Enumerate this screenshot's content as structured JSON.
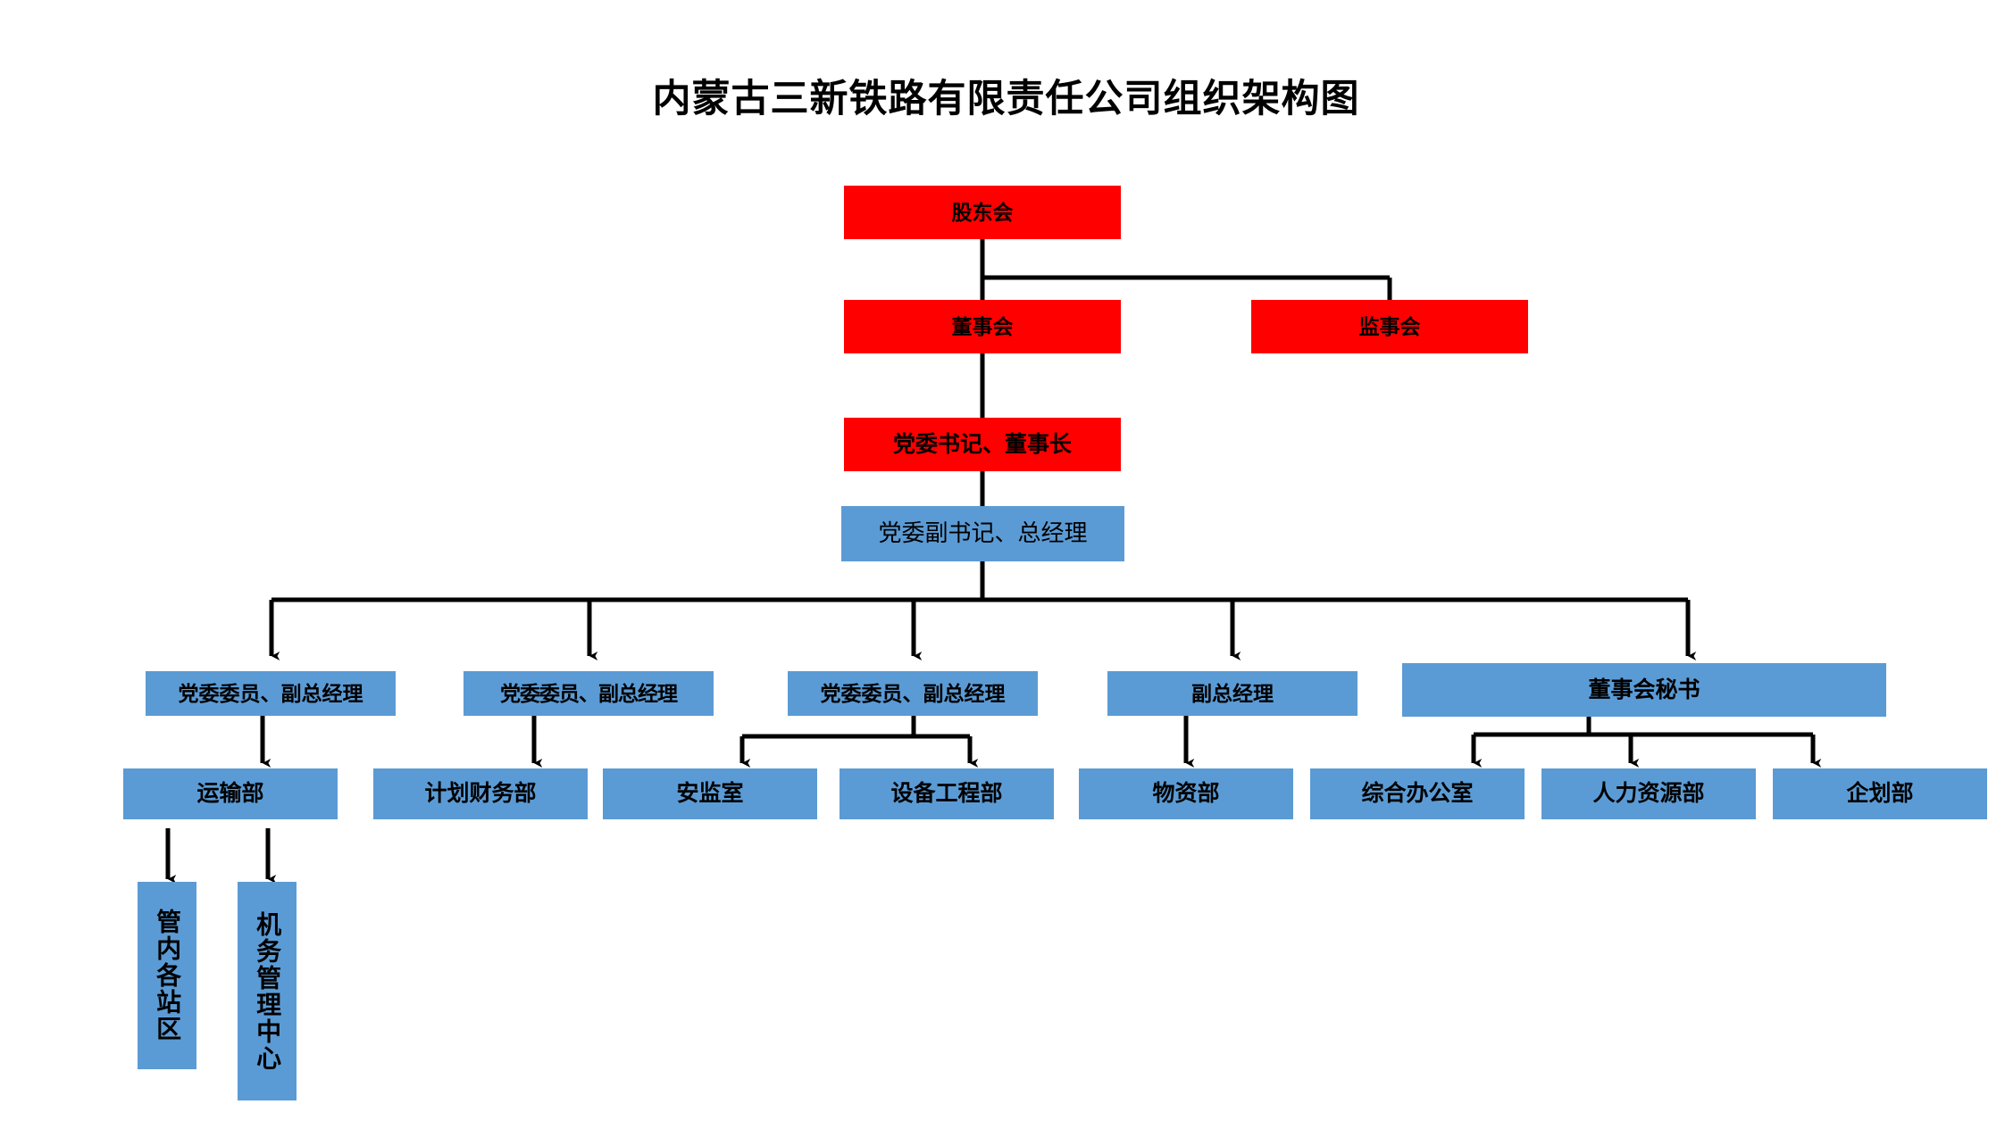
{
  "title": "内蒙古三新铁路有限责任公司组织架构图",
  "colors": {
    "red": "#FF0000",
    "blue": "#5B9BD5",
    "line": "#000000",
    "background": "#FFFFFF",
    "text": "#000000"
  },
  "chart_data": {
    "type": "diagram",
    "diagram_type": "organization-chart",
    "title": "内蒙古三新铁路有限责任公司组织架构图",
    "nodes": [
      {
        "id": "shareholders",
        "label": "股东会",
        "level": 0,
        "color": "#FF0000"
      },
      {
        "id": "board",
        "label": "董事会",
        "level": 1,
        "color": "#FF0000"
      },
      {
        "id": "supervisors",
        "label": "监事会",
        "level": 1,
        "color": "#FF0000"
      },
      {
        "id": "chairman",
        "label": "党委书记、董事长",
        "level": 2,
        "color": "#FF0000"
      },
      {
        "id": "gm",
        "label": "党委副书记、总经理",
        "level": 3,
        "color": "#5B9BD5"
      },
      {
        "id": "vp1",
        "label": "党委委员、副总经理",
        "level": 4,
        "color": "#5B9BD5"
      },
      {
        "id": "vp2",
        "label": "党委委员、副总经理",
        "level": 4,
        "color": "#5B9BD5"
      },
      {
        "id": "vp3",
        "label": "党委委员、副总经理",
        "level": 4,
        "color": "#5B9BD5"
      },
      {
        "id": "vp4",
        "label": "副总经理",
        "level": 4,
        "color": "#5B9BD5"
      },
      {
        "id": "bsec",
        "label": "董事会秘书",
        "level": 4,
        "color": "#5B9BD5"
      },
      {
        "id": "transport",
        "label": "运输部",
        "level": 5,
        "color": "#5B9BD5"
      },
      {
        "id": "finance",
        "label": "计划财务部",
        "level": 5,
        "color": "#5B9BD5"
      },
      {
        "id": "safety",
        "label": "安监室",
        "level": 5,
        "color": "#5B9BD5"
      },
      {
        "id": "equipment",
        "label": "设备工程部",
        "level": 5,
        "color": "#5B9BD5"
      },
      {
        "id": "materials",
        "label": "物资部",
        "level": 5,
        "color": "#5B9BD5"
      },
      {
        "id": "office",
        "label": "综合办公室",
        "level": 5,
        "color": "#5B9BD5"
      },
      {
        "id": "hr",
        "label": "人力资源部",
        "level": 5,
        "color": "#5B9BD5"
      },
      {
        "id": "planning",
        "label": "企划部",
        "level": 5,
        "color": "#5B9BD5"
      },
      {
        "id": "stations",
        "label": "管内各站区",
        "level": 6,
        "color": "#5B9BD5",
        "orientation": "vertical"
      },
      {
        "id": "locomotive",
        "label": "机务管理中心",
        "level": 6,
        "color": "#5B9BD5",
        "orientation": "vertical"
      }
    ],
    "edges": [
      {
        "from": "shareholders",
        "to": "board"
      },
      {
        "from": "shareholders",
        "to": "supervisors"
      },
      {
        "from": "board",
        "to": "chairman"
      },
      {
        "from": "chairman",
        "to": "gm"
      },
      {
        "from": "gm",
        "to": "vp1"
      },
      {
        "from": "gm",
        "to": "vp2"
      },
      {
        "from": "gm",
        "to": "vp3"
      },
      {
        "from": "gm",
        "to": "vp4"
      },
      {
        "from": "gm",
        "to": "bsec"
      },
      {
        "from": "vp1",
        "to": "transport"
      },
      {
        "from": "vp2",
        "to": "finance"
      },
      {
        "from": "vp3",
        "to": "safety"
      },
      {
        "from": "vp3",
        "to": "equipment"
      },
      {
        "from": "vp4",
        "to": "materials"
      },
      {
        "from": "bsec",
        "to": "office"
      },
      {
        "from": "bsec",
        "to": "hr"
      },
      {
        "from": "bsec",
        "to": "planning"
      },
      {
        "from": "transport",
        "to": "stations"
      },
      {
        "from": "transport",
        "to": "locomotive"
      }
    ]
  },
  "nodes": {
    "shareholders": "股东会",
    "board": "董事会",
    "supervisors": "监事会",
    "chairman": "党委书记、董事长",
    "gm": "党委副书记、总经理",
    "vp1": "党委委员、副总经理",
    "vp2": "党委委员、副总经理",
    "vp3": "党委委员、副总经理",
    "vp4": "副总经理",
    "bsec": "董事会秘书",
    "transport": "运输部",
    "finance": "计划财务部",
    "safety": "安监室",
    "equipment": "设备工程部",
    "materials": "物资部",
    "office": "综合办公室",
    "hr": "人力资源部",
    "planning": "企划部",
    "stations": "管内各站区",
    "locomotive": "机务管理中心"
  }
}
